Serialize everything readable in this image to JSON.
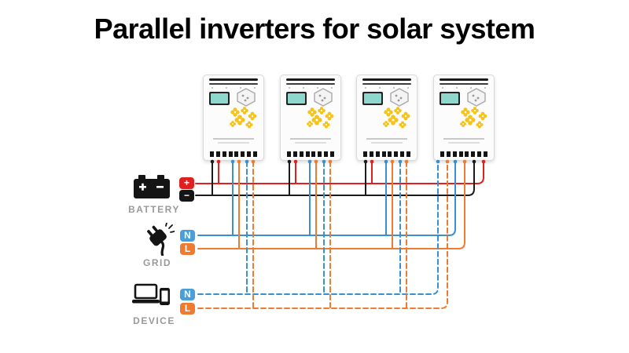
{
  "title": "Parallel inverters for solar system",
  "battery": {
    "label": "BATTERY",
    "positive": "+",
    "negative": "−"
  },
  "grid": {
    "label": "GRID",
    "neutral": "N",
    "live": "L"
  },
  "device": {
    "label": "DEVICE",
    "neutral": "N",
    "live": "L"
  },
  "inverter_count": 4,
  "colors": {
    "wire_positive": "#e02020",
    "wire_negative": "#1b1b1b",
    "wire_neutral": "#3a8fd0",
    "wire_live": "#ee7b2f",
    "badge_neutral_bg": "#4a9fd8",
    "badge_live_bg": "#ee7b2f",
    "badge_positive_bg": "#e02020",
    "badge_negative_bg": "#151515",
    "decal_yellow": "#f6c31b",
    "screen_teal": "#8ed7cd"
  },
  "icons": {
    "battery": "battery-icon",
    "grid": "plug-icon",
    "device": "laptop-phone-icon",
    "inverter_logo": "hexagon-logo-icon",
    "inverter_decal": "flower-decal-icon"
  }
}
